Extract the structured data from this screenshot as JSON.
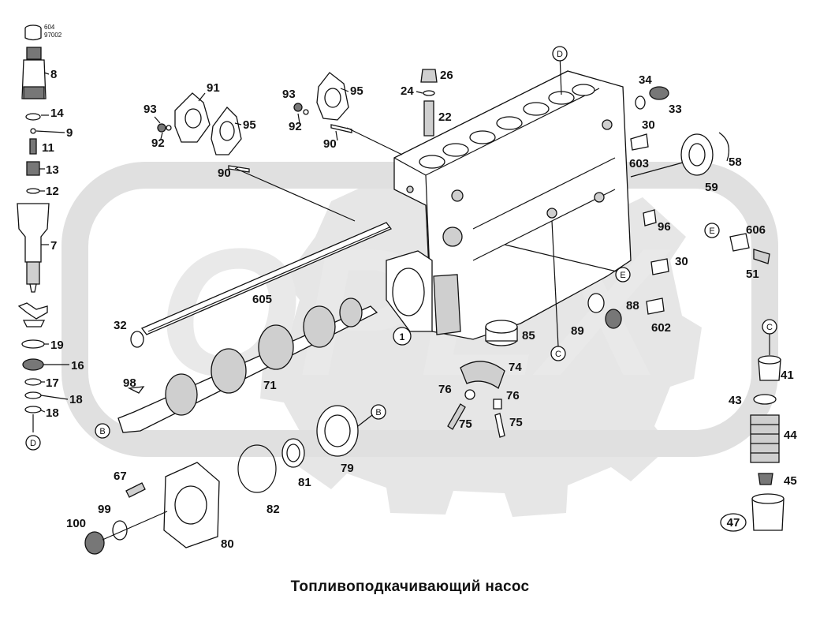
{
  "caption": "Топливоподкачивающий насос",
  "watermark_text": "OPEX",
  "colors": {
    "line": "#111111",
    "watermark": "#e2e2e2",
    "background": "#ffffff"
  },
  "small_labels": [
    "604",
    "97002"
  ],
  "circle_refs": [
    "D",
    "E",
    "C",
    "B"
  ],
  "part_numbers": [
    "8",
    "14",
    "9",
    "11",
    "13",
    "12",
    "7",
    "19",
    "16",
    "17",
    "18",
    "18",
    "91",
    "93",
    "92",
    "95",
    "90",
    "93",
    "95",
    "92",
    "90",
    "26",
    "24",
    "22",
    "34",
    "33",
    "30",
    "603",
    "58",
    "59",
    "96",
    "606",
    "51",
    "605",
    "32",
    "30",
    "1",
    "85",
    "89",
    "88",
    "602",
    "74",
    "76",
    "76",
    "75",
    "75",
    "71",
    "98",
    "67",
    "99",
    "100",
    "80",
    "82",
    "81",
    "79",
    "41",
    "43",
    "44",
    "45",
    "47"
  ]
}
